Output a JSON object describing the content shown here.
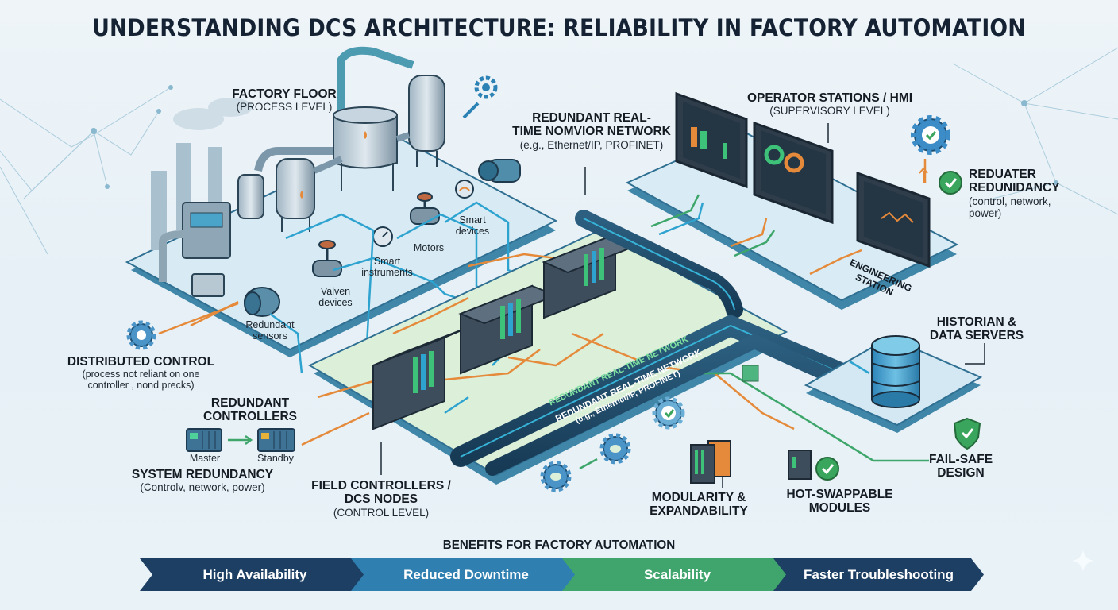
{
  "title": "UNDERSTANDING DCS ARCHITECTURE: RELIABILITY IN FACTORY AUTOMATION",
  "sections": {
    "factory_floor": {
      "heading": "FACTORY FLOOR",
      "sub": "(PROCESS LEVEL)"
    },
    "network_top": {
      "heading_line1": "REDUNDANT REAL-",
      "heading_line2": "TIME NOMVIOR NETWORK",
      "sub": "(e.g., Ethernet/IP, PROFINET)"
    },
    "operator": {
      "heading": "OPERATOR STATIONS / HMI",
      "sub": "(SUPERVISORY LEVEL)"
    },
    "reduater": {
      "heading_line1": "REDUATER",
      "heading_line2": "REDUNIDANCY",
      "sub_line1": "(control, network,",
      "sub_line2": "power)"
    },
    "engineering": {
      "line1": "ENGINEERING",
      "line2": "STATION"
    },
    "historian": {
      "heading_line1": "HISTORIAN &",
      "heading_line2": "DATA SERVERS"
    },
    "distributed": {
      "heading": "DISTRIBUTED CONTROL",
      "sub_line1": "(process not reliant on one",
      "sub_line2": "controller , nond precks)"
    },
    "redundant_controllers": {
      "heading_line1": "REDUNDANT",
      "heading_line2": "CONTROLLERS",
      "master": "Master",
      "standby": "Standby"
    },
    "system_redundancy": {
      "heading": "SYSTEM REDUNDANCY",
      "sub": "(Controlv, network, power)"
    },
    "field_controllers": {
      "heading_line1": "FIELD CONTROLLERS /",
      "heading_line2": "DCS NODES",
      "sub": "(CONTROL LEVEL)"
    },
    "modularity": {
      "heading_line1": "MODULARITY &",
      "heading_line2": "EXPANDABILITY"
    },
    "hot_swap": {
      "heading_line1": "HOT-SWAPPABLE",
      "heading_line2": "MODULES"
    },
    "fail_safe": {
      "heading_line1": "FAIL-SAFE",
      "heading_line2": "DESIGN"
    }
  },
  "devices": {
    "redundant_sensors": [
      "Redundant",
      "sensors"
    ],
    "valven_devices": [
      "Valven",
      "devices"
    ],
    "smart_instruments": [
      "Smart",
      "instruments"
    ],
    "motors": "Motors",
    "smart_devices": [
      "Smart",
      "devices"
    ]
  },
  "network_bar": {
    "upper": "REDUNDANT REAL-TIME NETWORK",
    "lower_line1": "REDUNDANT REAL-TIME NETWORK",
    "lower_line2": "(e.g., Ethernet/IP, PROFINET)"
  },
  "benefits": {
    "title": "BENEFITS FOR FACTORY AUTOMATION",
    "items": [
      {
        "label": "High Availability",
        "color": "#1c3f63"
      },
      {
        "label": "Reduced Downtime",
        "color": "#2f7fb1"
      },
      {
        "label": "Scalability",
        "color": "#3fa56c"
      },
      {
        "label": "Faster Troubleshooting",
        "color": "#1c3f63"
      }
    ]
  },
  "colors": {
    "platform_blue": "#cfe6f2",
    "platform_edge": "#3f86a8",
    "control_green": "#d9eed9",
    "orange_flow": "#e58a3a",
    "blue_flow": "#2ea3d0",
    "green_flow": "#3ea66a",
    "check_green": "#3aa55c",
    "navy": "#1c3f63"
  }
}
